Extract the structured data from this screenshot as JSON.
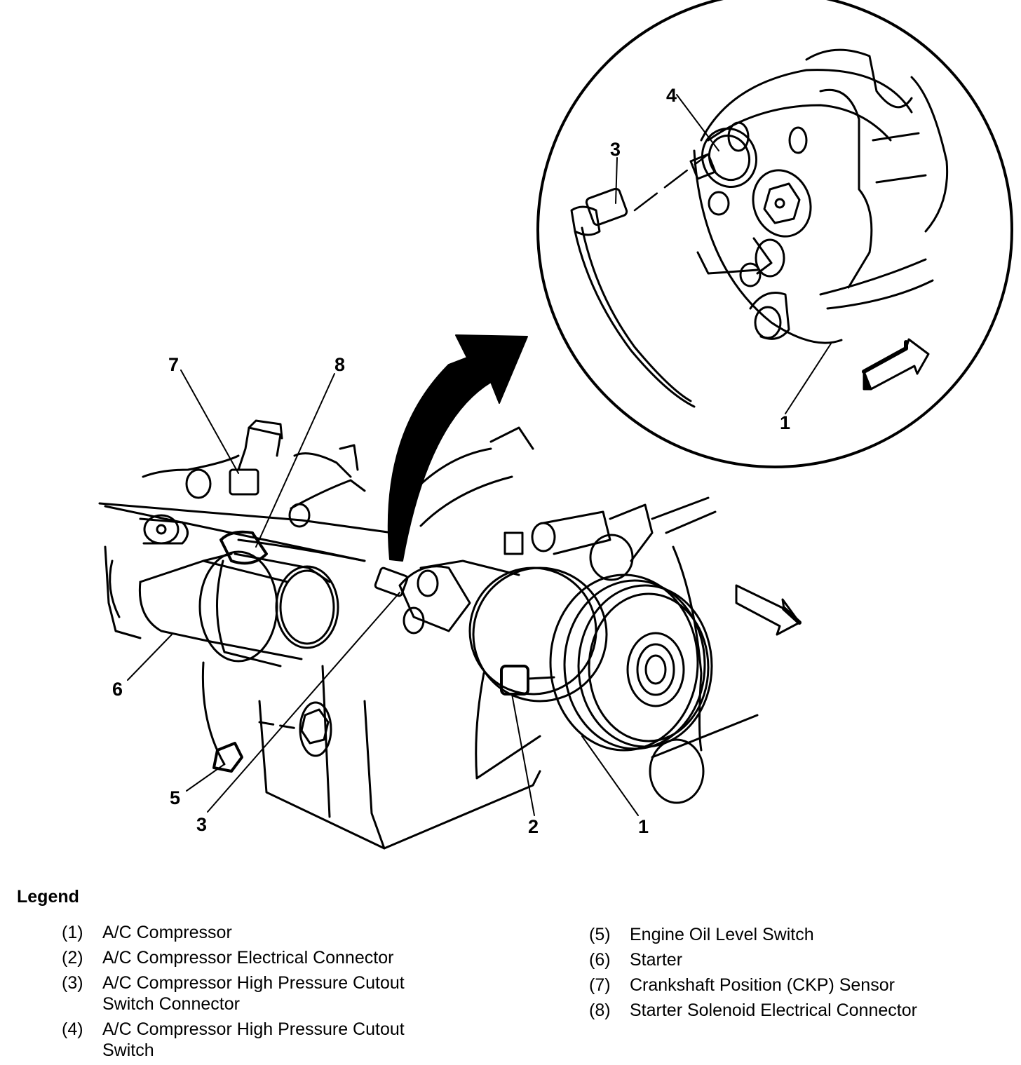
{
  "diagram": {
    "title": "A/C Compressor, Starter and Engine Component Locations",
    "callouts": {
      "c1_detail": "1",
      "c3_detail": "3",
      "c4_detail": "4",
      "c7": "7",
      "c8": "8",
      "c6": "6",
      "c5": "5",
      "c3": "3",
      "c2": "2",
      "c1": "1"
    }
  },
  "legend": {
    "title": "Legend",
    "left_items": [
      {
        "num": "(1)",
        "text": "A/C Compressor"
      },
      {
        "num": "(2)",
        "text": "A/C Compressor Electrical Connector"
      },
      {
        "num": "(3)",
        "text": "A/C Compressor High Pressure Cutout Switch Connector"
      },
      {
        "num": "(4)",
        "text": "A/C Compressor High Pressure Cutout Switch"
      }
    ],
    "right_items": [
      {
        "num": "(5)",
        "text": "Engine Oil Level Switch"
      },
      {
        "num": "(6)",
        "text": "Starter"
      },
      {
        "num": "(7)",
        "text": "Crankshaft Position (CKP) Sensor"
      },
      {
        "num": "(8)",
        "text": "Starter Solenoid Electrical Connector"
      }
    ]
  }
}
